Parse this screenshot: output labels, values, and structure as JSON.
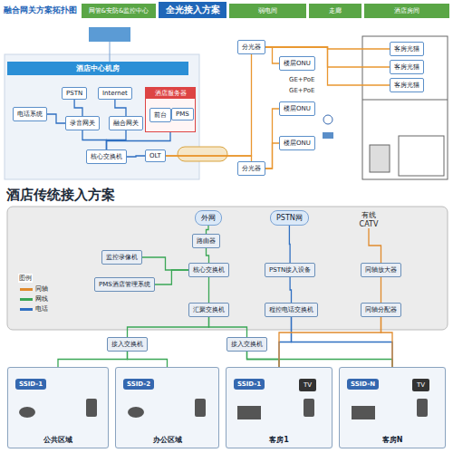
{
  "diagram": {
    "title": "融合网关方案拓扑图",
    "nodes": [
      {
        "text": [
          "网管&安防&监控中心"
        ]
      },
      {
        "text": [
          "全光接入方案"
        ]
      },
      {
        "text": [
          "弱电间"
        ]
      },
      {
        "text": [
          "走廊"
        ]
      },
      {
        "text": [
          "酒店房间"
        ]
      },
      {
        "text": [
          "酒店中心机房"
        ]
      },
      {
        "text": [
          "电话系统"
        ]
      },
      {
        "text": [
          "PSTN"
        ]
      },
      {
        "text": [
          "Internet"
        ]
      },
      {
        "text": [
          "录音网关"
        ]
      },
      {
        "text": [
          "融合网关"
        ]
      },
      {
        "text": [
          "酒店服务器"
        ]
      },
      {
        "text": [
          "前台"
        ],
        "in": 11
      },
      {
        "text": [
          "PMS"
        ],
        "in": 11
      },
      {
        "text": [
          "核心交换机"
        ]
      },
      {
        "text": [
          "OLT"
        ]
      },
      {
        "text": [
          "分光器"
        ]
      },
      {
        "text": [
          "分光器"
        ]
      },
      {
        "text": [
          "楼层ONU"
        ]
      },
      {
        "text": [
          "楼层ONU"
        ]
      },
      {
        "text": [
          "楼层ONU"
        ]
      },
      {
        "text": [
          "客房光猫"
        ]
      },
      {
        "text": [
          "客房光猫"
        ]
      },
      {
        "text": [
          "客房光猫"
        ]
      },
      {
        "text": [
          "外网"
        ]
      },
      {
        "text": [
          "PSTN网"
        ]
      },
      {
        "text": [
          "有线 CATV"
        ]
      },
      {
        "text": [
          "路由器"
        ]
      },
      {
        "text": [
          "监控录像机"
        ]
      },
      {
        "text": [
          "PMS酒店管理系统"
        ]
      },
      {
        "text": [
          "核心交换机"
        ]
      },
      {
        "text": [
          "PSTN接入设备"
        ]
      },
      {
        "text": [
          "同轴放大器"
        ]
      },
      {
        "text": [
          "汇聚交换机"
        ]
      },
      {
        "text": [
          "程控电话交换机"
        ]
      },
      {
        "text": [
          "同轴分配器"
        ]
      },
      {
        "text": [
          "接入交换机"
        ]
      },
      {
        "text": [
          "接入交换机"
        ]
      },
      {
        "text": [
          "公共区域"
        ]
      },
      {
        "text": [
          "SSID-1"
        ],
        "in": 38
      },
      {
        "text": [
          "办公区域"
        ]
      },
      {
        "text": [
          "SSID-2"
        ],
        "in": 40
      },
      {
        "text": [
          "客房1"
        ]
      },
      {
        "text": [
          "SSID-1"
        ],
        "in": 42
      },
      {
        "text": [
          "TV"
        ],
        "in": 42
      },
      {
        "text": [
          "客房N"
        ]
      },
      {
        "text": [
          "SSID-N"
        ],
        "in": 45
      },
      {
        "text": [
          "TV"
        ],
        "in": 45
      }
    ],
    "edges": [
      {
        "from": 6,
        "to": 9,
        "arrow": "none"
      },
      {
        "from": 7,
        "to": 9,
        "arrow": "none"
      },
      {
        "from": 8,
        "to": 10,
        "arrow": "none"
      },
      {
        "from": 9,
        "to": 14,
        "arrow": "none"
      },
      {
        "from": 10,
        "to": 14,
        "arrow": "none"
      },
      {
        "from": 11,
        "to": 14,
        "arrow": "none"
      },
      {
        "from": 14,
        "to": 15,
        "arrow": "none"
      },
      {
        "from": 15,
        "to": 16,
        "arrow": "none"
      },
      {
        "from": 15,
        "to": 17,
        "arrow": "none"
      },
      {
        "from": 16,
        "to": 18,
        "arrow": "none"
      },
      {
        "from": 16,
        "to": 21,
        "arrow": "none"
      },
      {
        "from": 16,
        "to": 22,
        "arrow": "none"
      },
      {
        "from": 16,
        "to": 23,
        "arrow": "none"
      },
      {
        "from": 17,
        "to": 19,
        "arrow": "none"
      },
      {
        "from": 17,
        "to": 20,
        "arrow": "none"
      },
      {
        "from": 24,
        "to": 27,
        "arrow": "none"
      },
      {
        "from": 27,
        "to": 30,
        "arrow": "none"
      },
      {
        "from": 28,
        "to": 30,
        "arrow": "none"
      },
      {
        "from": 29,
        "to": 30,
        "arrow": "none"
      },
      {
        "from": 30,
        "to": 33,
        "arrow": "none"
      },
      {
        "from": 25,
        "to": 31,
        "arrow": "none"
      },
      {
        "from": 31,
        "to": 34,
        "arrow": "none"
      },
      {
        "from": 26,
        "to": 32,
        "arrow": "none"
      },
      {
        "from": 32,
        "to": 35,
        "arrow": "none"
      },
      {
        "from": 33,
        "to": 36,
        "arrow": "none"
      },
      {
        "from": 33,
        "to": 37,
        "arrow": "none"
      },
      {
        "from": 36,
        "to": 38,
        "arrow": "none"
      },
      {
        "from": 36,
        "to": 40,
        "arrow": "none"
      },
      {
        "from": 37,
        "to": 42,
        "arrow": "none"
      },
      {
        "from": 37,
        "to": 45,
        "arrow": "none"
      },
      {
        "from": 34,
        "to": 42,
        "arrow": "none"
      },
      {
        "from": 34,
        "to": 45,
        "arrow": "none"
      },
      {
        "from": 35,
        "to": 42,
        "arrow": "none"
      },
      {
        "from": 35,
        "to": 45,
        "arrow": "none"
      }
    ],
    "labels": [
      "酒店传统接入方案",
      "GE+PoE",
      "GE+PoE",
      "图例"
    ],
    "legend": [
      {
        "text": "同轴",
        "color": "#e08a2c"
      },
      {
        "text": "网线",
        "color": "#3aa655"
      },
      {
        "text": "电话",
        "color": "#2f6fc1"
      }
    ]
  }
}
